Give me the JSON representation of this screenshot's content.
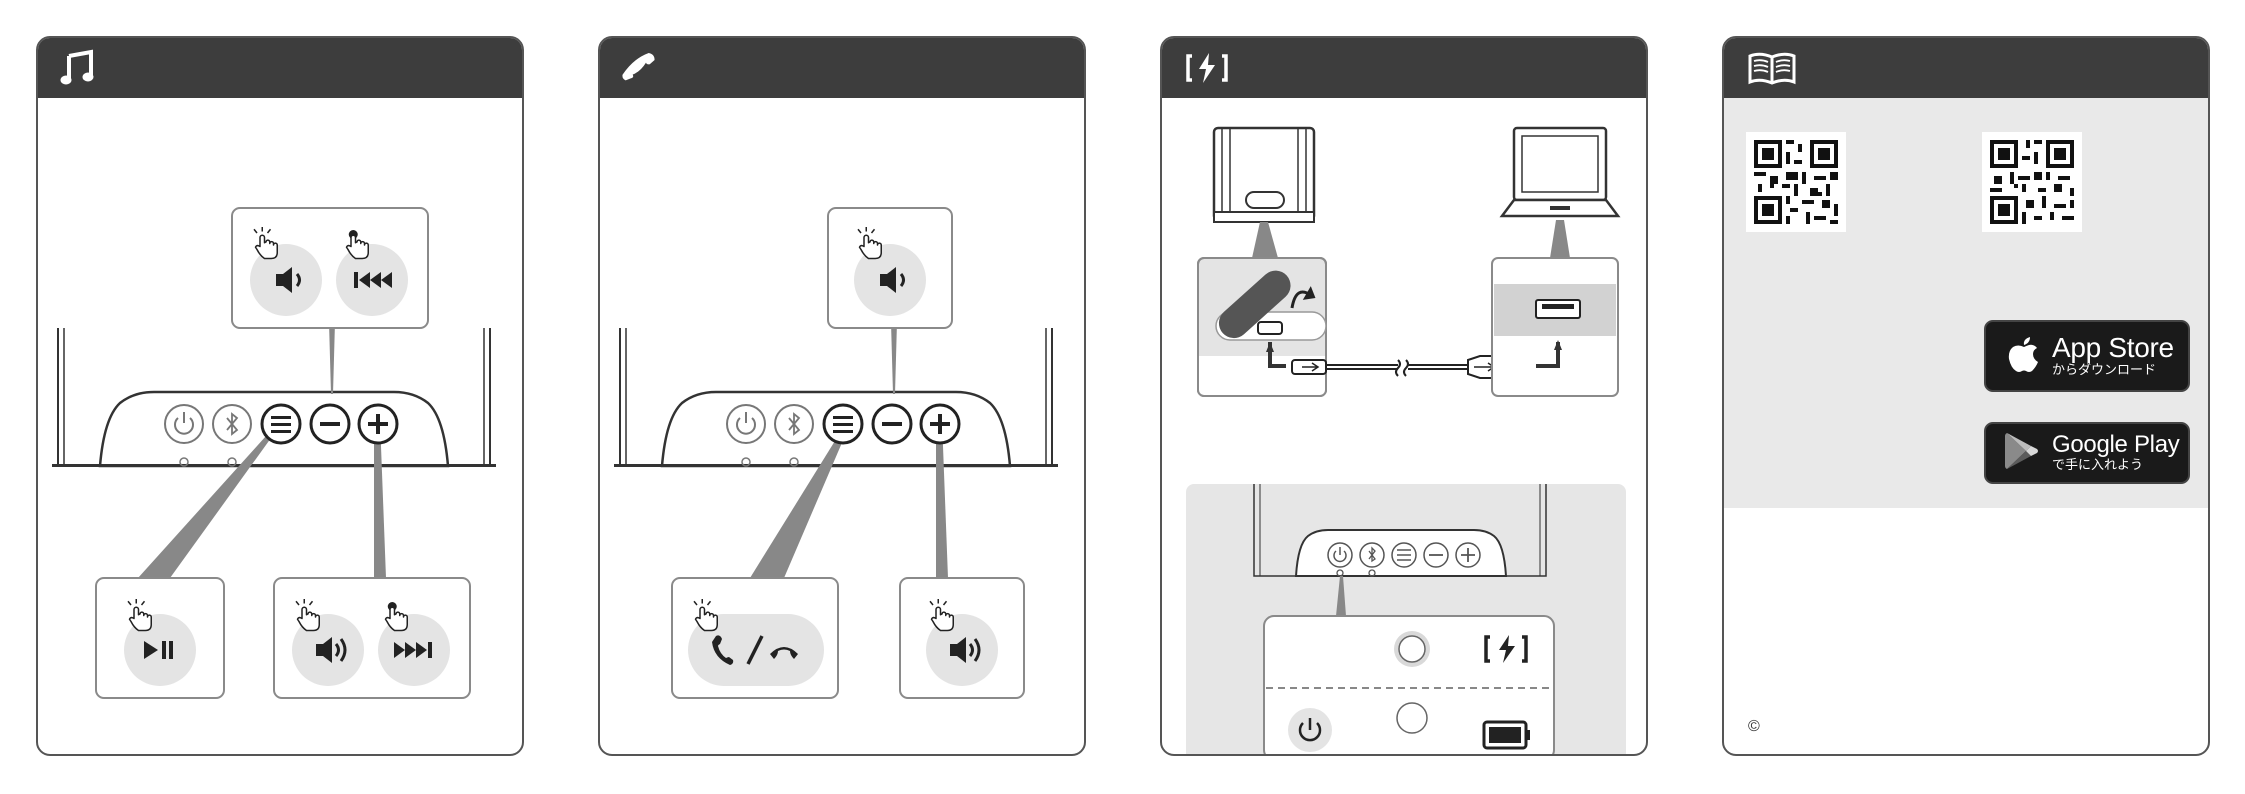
{
  "panels": [
    {
      "id": "music",
      "header_icon": "music-note-icon"
    },
    {
      "id": "call",
      "header_icon": "phone-handset-icon"
    },
    {
      "id": "charging",
      "header_icon": "charging-icon"
    },
    {
      "id": "manual",
      "header_icon": "open-book-icon"
    }
  ],
  "manual": {
    "app_store": {
      "name": "App Store",
      "sub": "からダウンロード",
      "icon": "apple-logo-icon"
    },
    "google_play": {
      "name": "Google Play",
      "sub": "で手に入れよう",
      "icon": "google-play-logo-icon"
    },
    "copyright": "©"
  },
  "colors": {
    "header": "#3d3d3d",
    "border": "#555555",
    "callout_fill": "#e4e4e4",
    "callout_border": "#8a8a8a",
    "manual_bg": "#e9e9e9",
    "badge": "#1a1a1a"
  }
}
